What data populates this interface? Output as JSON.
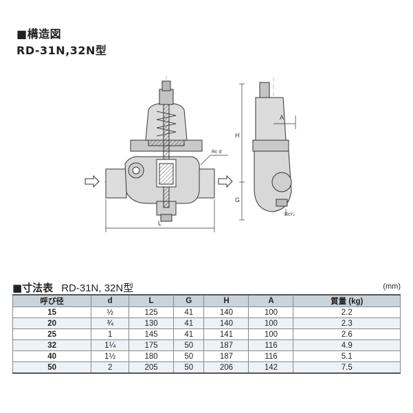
{
  "header": {
    "title": "■構造図",
    "model": "RD-31N,32N型"
  },
  "drawing": {
    "labels": {
      "H": "H",
      "G": "G",
      "L": "L",
      "A": "A",
      "rc_d": "Rc d",
      "rc_quarter": "Rc¹⁄₄"
    }
  },
  "dimensions": {
    "title": "■寸法表",
    "model": "RD-31N, 32N型",
    "unit": "(mm)",
    "headers": [
      "呼び径",
      "d",
      "L",
      "G",
      "H",
      "A",
      "質量 (kg)"
    ],
    "rows": [
      [
        "15",
        "½",
        "125",
        "41",
        "140",
        "100",
        "2.2"
      ],
      [
        "20",
        "¾",
        "130",
        "41",
        "140",
        "100",
        "2.3"
      ],
      [
        "25",
        "1",
        "145",
        "41",
        "141",
        "100",
        "2.6"
      ],
      [
        "32",
        "1¼",
        "175",
        "50",
        "187",
        "116",
        "4.9"
      ],
      [
        "40",
        "1½",
        "180",
        "50",
        "187",
        "116",
        "5.1"
      ],
      [
        "50",
        "2",
        "205",
        "50",
        "206",
        "142",
        "7.5"
      ]
    ]
  }
}
